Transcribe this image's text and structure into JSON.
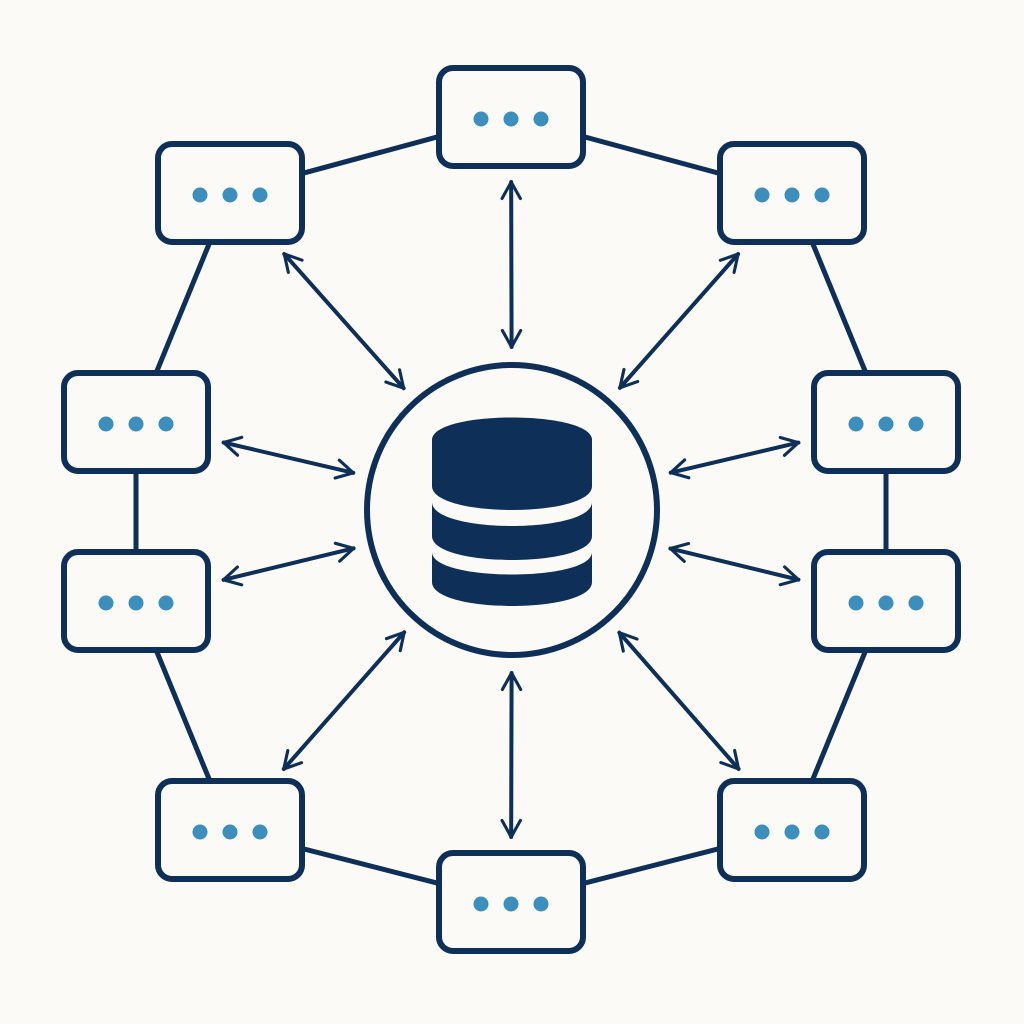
{
  "diagram": {
    "type": "hub-and-spoke network",
    "hub": {
      "icon": "database-icon",
      "shape": "circle"
    },
    "node_count": 10,
    "node_icon": "ellipsis-dots-icon",
    "spoke_style": "bidirectional arrows",
    "ring_style": "lines connecting adjacent nodes"
  },
  "colors": {
    "background": "#fbfaf7",
    "stroke": "#0e2f57",
    "dots": "#3c8fbc",
    "database": "#0e2f57"
  }
}
